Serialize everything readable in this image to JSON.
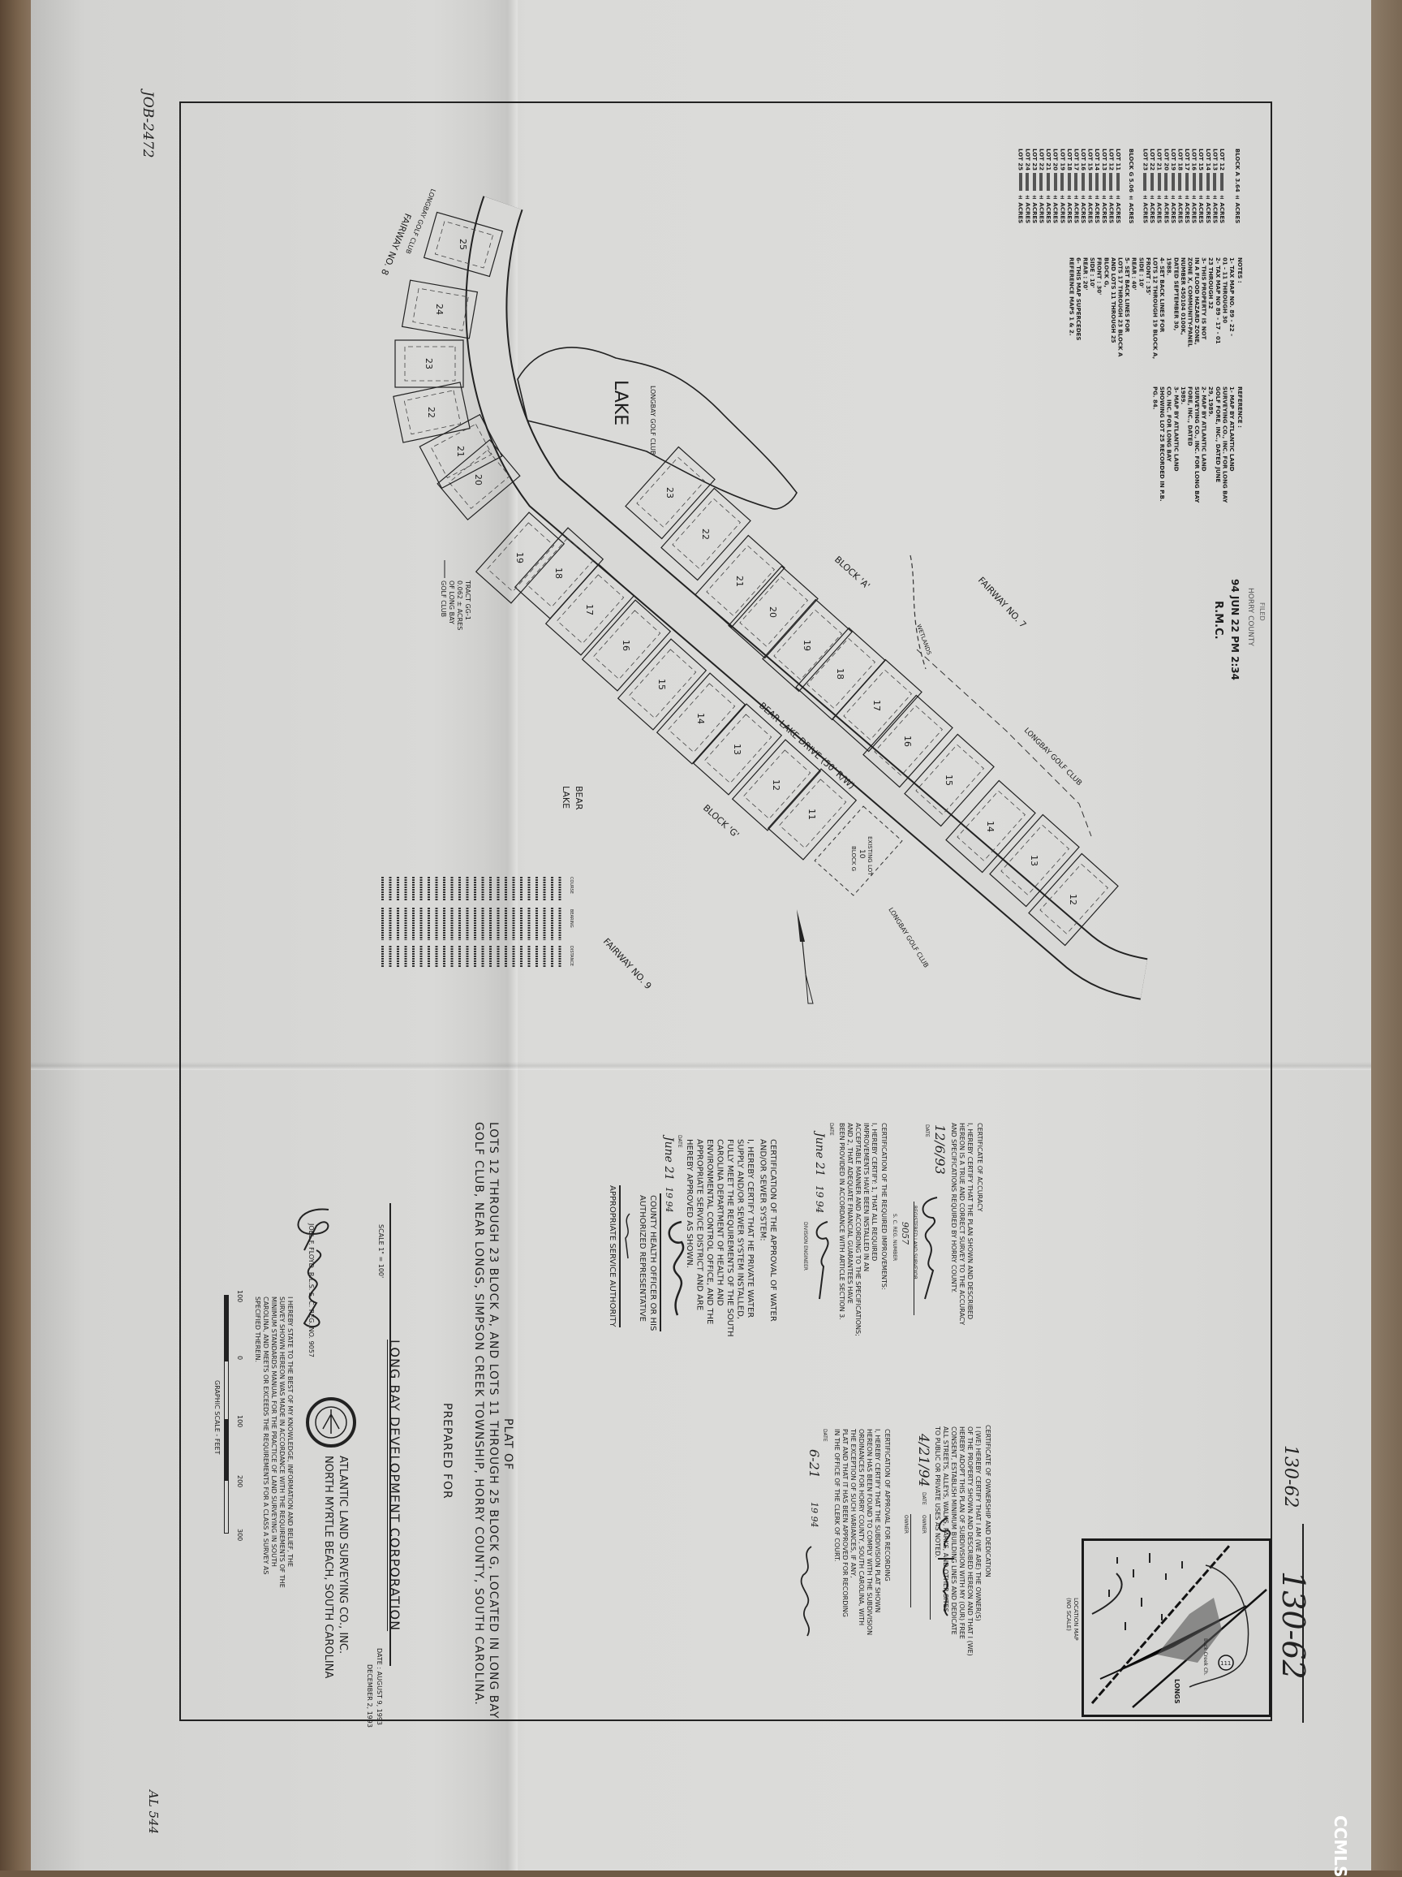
{
  "annotations": {
    "job_number": "JOB-2472",
    "bottom_left_code": "AL 544",
    "map_number_small": "130-62",
    "map_number_large": "130-62",
    "watermark": "CCMLS"
  },
  "recording_stamp": {
    "filed": "FILED",
    "county": "HORRY COUNTY",
    "datetime": "94 JUN 22 PM 2:34",
    "office": "R.M.C."
  },
  "block_tables": {
    "block_a": {
      "header": "BLOCK A 3.64 ± ACRES",
      "lots": [
        "LOT 12",
        "LOT 13",
        "LOT 14",
        "LOT 15",
        "LOT 16",
        "LOT 17",
        "LOT 18",
        "LOT 19",
        "LOT 20",
        "LOT 21",
        "LOT 22",
        "LOT 23"
      ],
      "unit": "± ACRES"
    },
    "block_g": {
      "header": "BLOCK G 5.06 ± ACRES",
      "lots": [
        "LOT 11",
        "LOT 12",
        "LOT 13",
        "LOT 14",
        "LOT 15",
        "LOT 16",
        "LOT 17",
        "LOT 18",
        "LOT 19",
        "LOT 20",
        "LOT 21",
        "LOT 22",
        "LOT 23",
        "LOT 24",
        "LOT 25"
      ],
      "unit": "± ACRES"
    }
  },
  "notes": {
    "title": "NOTES :",
    "lines": [
      "1- TAX MAP NO. 89 - 22 -",
      "01 - 11 THROUGH 30",
      "2- TAX MAP NO 89 - 17 - 01",
      "23 THROUGH 32",
      "3- THIS PROPERTY IS NOT",
      "IN A FLOOD HAZARD ZONE,",
      "ZONE X, COMMUNITY-PANEL",
      "NUMBER 450104 0100K,",
      "DATED SEPTEMBER 30,",
      "1988.",
      "4- SET BACK LINES FOR",
      "LOTS 12 THROUGH 19 BLOCK A,",
      "FRONT : 35'",
      "SIDE : 10'",
      "REAR : 40'",
      "5- SET BACK LINES FOR",
      "LOTS 17 THROUGH 23 BLOCK A",
      "AND LOTS 11 THROUGH 25",
      "BLOCK G,",
      "FRONT : 30'",
      "SIDE : 10'",
      "REAR : 20'",
      "6- THIS MAP SUPERCEDES",
      "REFERENCE MAPS 1 & 2."
    ]
  },
  "reference": {
    "title": "REFERENCE :",
    "lines": [
      "1- MAP BY ATLANTIC LAND",
      "SURVEYING CO., INC. FOR LONG BAY",
      "GOLF FORE, INC., DATED JUNE",
      "29, 1989.",
      "2- MAP BY ATLANTIC LAND",
      "SURVEYING CO., INC. FOR LONG BAY",
      "FORE, INC., DATED",
      "1989.",
      "3- MAP BY ATLANTIC LAND",
      "CO. INC. FOR LONG BAY",
      "SHOWING LOT 25 RECORDED IN P.B.",
      "PG. 84."
    ]
  },
  "map": {
    "block_a_label": "BLOCK 'A'",
    "block_g_label": "BLOCK 'G'",
    "road_label": "BEAR LAKE DRIVE (50' R/W)",
    "lake_label": "LAKE",
    "bear_lake_label": [
      "BEAR",
      "LAKE"
    ],
    "fairway_7": "FAIRWAY NO. 7",
    "fairway_8": "FAIRWAY NO. 8",
    "fairway_9": "FAIRWAY NO. 9",
    "golf_club_east": "LONGBAY GOLF CLUB",
    "golf_club_lake": "LONGBAY GOLF CLUB",
    "golf_club_south": "LONGBAY GOLF CLUB",
    "golf_club_west": "LONGBAY GOLF CLUB",
    "wetlands": "WETLANDS",
    "existing_lot": [
      "EXISTING LOT",
      "10",
      "BLOCK G"
    ],
    "tract": [
      "TRACT GG-1",
      "0.062 ± ACRES",
      "OF LONG BAY",
      "GOLF CLUB"
    ],
    "block_a_lots": [
      "12",
      "13",
      "14",
      "15",
      "16",
      "17",
      "18",
      "19",
      "20",
      "21",
      "22",
      "23"
    ],
    "block_g_lots": [
      "11",
      "12",
      "13",
      "14",
      "15",
      "16",
      "17",
      "18",
      "19",
      "20",
      "21",
      "22",
      "23",
      "24",
      "25"
    ],
    "curve_table_header": [
      "COURSE",
      "BEARING",
      "DISTANCE"
    ]
  },
  "title_block": {
    "plat_of": "PLAT OF",
    "description": [
      "LOTS 12 THROUGH 23 BLOCK A, AND LOTS 11 THROUGH 25 BLOCK G, LOCATED IN LONG BAY",
      "GOLF CLUB, NEAR LONGS, SIMPSON CREEK TOWNSHIP, HORRY COUNTY, SOUTH CAROLINA."
    ],
    "prepared_for": "PREPARED FOR",
    "client": "LONG BAY DEVELOPMENT CORPORATION",
    "scale": "SCALE 1\" = 100'",
    "date": "DATE : AUGUST 9, 1993",
    "revised": "DECEMBER 2, 1993",
    "surveyor_company": "ATLANTIC LAND SURVEYING CO., INC.",
    "surveyor_city": "NORTH MYRTLE BEACH, SOUTH CAROLINA",
    "seal_text": "ATLANTIC LAND SURVEYING CO. INC.",
    "surveyor_name": "JOEL F. FLOYD, R.L.S.   S. C. REG. NO. 9057",
    "statement": [
      "I HEREBY STATE TO THE BEST OF MY KNOWLEDGE, INFORMATION AND BELIEF, THE",
      "SURVEY SHOWN HEREON WAS MADE IN ACCORDANCE WITH THE REQUIREMENTS OF THE",
      "MINIMUM STANDARDS MANUAL FOR THE PRACTICE OF LAND SURVEYING IN SOUTH",
      "CAROLINA, AND MEETS OR EXCEEDS THE REQUIREMENTS FOR A CLASS A SURVEY AS",
      "SPECIFIED THEREIN."
    ]
  },
  "graphic_scale": {
    "ticks": [
      "100",
      "0",
      "100",
      "200",
      "300"
    ],
    "label": "GRAPHIC SCALE - FEET"
  },
  "certificates": {
    "accuracy": {
      "title": "CERTIFICATE OF ACCURACY",
      "body": [
        "I, HEREBY CERTIFY THAT THE PLAN SHOWN AND DESCRIBED",
        "HEREON IS A TRUE AND CORRECT SURVEY TO THE ACCURACY",
        "AND SPECIFICATIONS REQUIRED BY HORRY COUNTY."
      ],
      "date": "12/6/93",
      "date_label": "DATE",
      "signer_label": "REGISTERED LAND SURVEYOR",
      "reg_number": "9057",
      "reg_label": "S. C. REG. NUMBER"
    },
    "improvements": {
      "title": "CERTIFICATION OF THE REQUIRED IMPROVEMENTS:",
      "body": [
        "I, HEREBY CERTIFY: 1, THAT ALL REQUIRED",
        "IMPROVEMENTS HAVE BEEN INSTALLED IN AN",
        "ACCEPTABLE MANNER AND ACCORDING TO THE SPECIFICATIONS;",
        "AND 2, THAT ADEQUATE FINANCIAL GUARANTEES HAVE",
        "BEEN PROVIDED IN ACCORDANCE WITH ARTICLE    SECTION 3."
      ],
      "date_label": "DATE",
      "date": "June 21",
      "year": "19 94",
      "signer_label": "DIVISION ENGINEER"
    },
    "water_sewer": {
      "title": [
        "CERTIFICATION OF THE APPROVAL OF WATER",
        "AND/OR SEWER SYSTEM:"
      ],
      "body": [
        "I, HEREBY CERTIFY THAT HE PRIVATE WATER",
        "SUPPLY AND/OR SEWER SYSTEM INSTALLED,",
        "FULLY MEET THE REQUIREMENTS OF THE SOUTH",
        "CAROLINA DEPARTMENT OF HEALTH AND",
        "ENVIRONMENTAL CONTROL OFFICE, AND THE",
        "APPROPRIATE SERVICE DISTRICT AND ARE",
        "HEREBY APPROVED AS SHOWN."
      ],
      "date_label": "DATE",
      "date": "June 21",
      "year": "19 94",
      "health_officer": [
        "COUNTY HEALTH OFFICER OR HIS",
        "AUTHORIZED REPRESENTATIVE"
      ],
      "service_authority": "APPROPRIATE SERVICE AUTHORITY"
    },
    "ownership": {
      "title": "CERTIFICATE OF OWNERSHIP AND DEDICATION",
      "body": [
        "I (WE) HEREBY CERTIFY THAT I AM (WE ARE) THE OWNER(S)",
        "OF THE PROPERTY SHOWN AND DESCRIBED HEREON AND THAT I (WE)",
        "HEREBY ADOPT THIS PLAN OF SUBDIVISION WITH MY (OUR) FREE",
        "CONSENT, ESTABLISH MINIMUM BUILDING LINES AND DEDICATE",
        "ALL STREETS, ALLEYS, WALKS, PARKS, AND OTHER SITES",
        "TO PUBLIC OR PRIVATE USES AS NOTED."
      ],
      "date": "4/21/94",
      "date_label": "DATE",
      "owner_label": "OWNER",
      "owner2_label": "OWNER"
    },
    "recording": {
      "title": "CERTIFICATION OF APPROVAL FOR RECORDING",
      "body": [
        "I, HEREBY CERTIFY THAT THE SUBDIVISION PLAT SHOWN",
        "HEREON HAS BEEN FOUND TO COMPLY WITH THE SUBDIVISION",
        "ORDINANCES FOR HORRY COUNTY, SOUTH CAROLINA, WITH",
        "THE EXCEPTION OF SUCH VARIANCES, IF ANY,",
        "PLAT AND THAT IT HAS BEEN APPROVED FOR RECORDING",
        "IN THE OFFICE OF THE CLERK OF COURT."
      ],
      "date_label": "DATE",
      "date": "6-21",
      "year": "19 94"
    }
  },
  "location_map": {
    "caption": [
      "LOCATION MAP",
      "(NO SCALE)"
    ],
    "labels": [
      "LONGS",
      "Buck Creek Ch.",
      "111"
    ]
  }
}
